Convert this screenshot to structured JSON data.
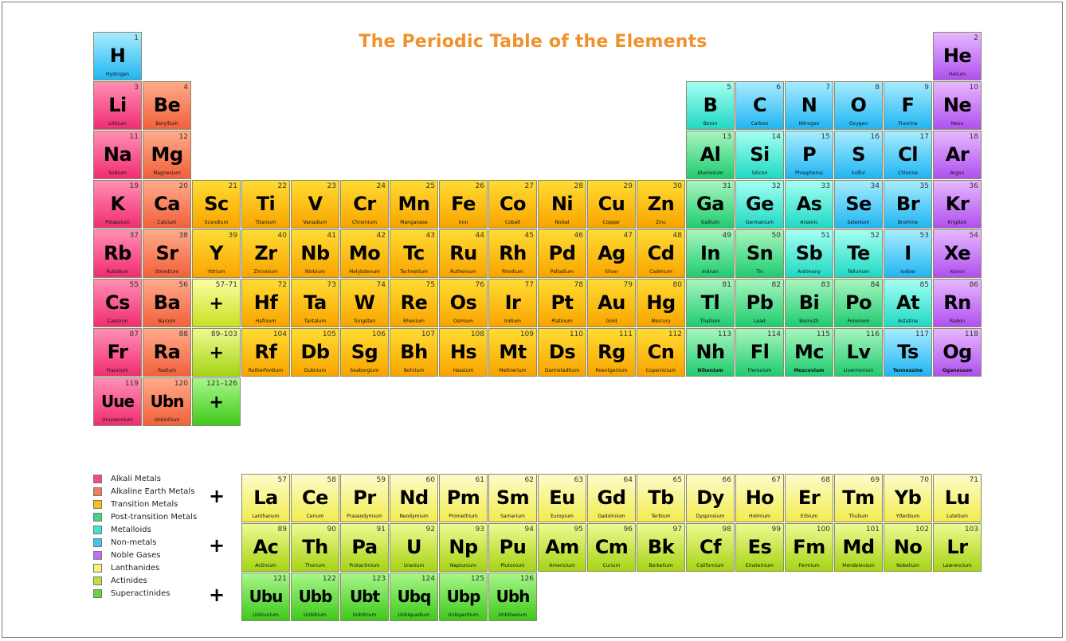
{
  "title": "The Periodic Table of the Elements",
  "category_colors": {
    "alkali": "#f54a86",
    "alkaline": "#f57a55",
    "transition": "#fbbd16",
    "posttrans": "#3fd686",
    "metalloid": "#3fe3cf",
    "nonmetal": "#3fc4f5",
    "noble": "#c16ff5",
    "lanth": "#f6f27a",
    "actin": "#bfe03a",
    "super": "#62d73b"
  },
  "legend": [
    {
      "label": "Alkali Metals",
      "category": "alkali"
    },
    {
      "label": "Alkaline Earth Metals",
      "category": "alkaline"
    },
    {
      "label": "Transition Metals",
      "category": "transition"
    },
    {
      "label": "Post-transition Metals",
      "category": "posttrans"
    },
    {
      "label": "Metalloids",
      "category": "metalloid"
    },
    {
      "label": "Non-metals",
      "category": "nonmetal"
    },
    {
      "label": "Noble Gases",
      "category": "noble"
    },
    {
      "label": "Lanthanides",
      "category": "lanth"
    },
    {
      "label": "Actinides",
      "category": "actin"
    },
    {
      "label": "Superactinides",
      "category": "super"
    }
  ],
  "plus_sign": "+",
  "main_elements": [
    {
      "n": "1",
      "s": "H",
      "name": "Hydrogen",
      "c": "nonmetal",
      "row": 1,
      "col": 1
    },
    {
      "n": "2",
      "s": "He",
      "name": "Helium",
      "c": "noble",
      "row": 1,
      "col": 18
    },
    {
      "n": "3",
      "s": "Li",
      "name": "Lithium",
      "c": "alkali",
      "row": 2,
      "col": 1
    },
    {
      "n": "4",
      "s": "Be",
      "name": "Beryllium",
      "c": "alkaline",
      "row": 2,
      "col": 2
    },
    {
      "n": "5",
      "s": "B",
      "name": "Boron",
      "c": "metalloid",
      "row": 2,
      "col": 13
    },
    {
      "n": "6",
      "s": "C",
      "name": "Carbon",
      "c": "nonmetal",
      "row": 2,
      "col": 14
    },
    {
      "n": "7",
      "s": "N",
      "name": "Nitrogen",
      "c": "nonmetal",
      "row": 2,
      "col": 15
    },
    {
      "n": "8",
      "s": "O",
      "name": "Oxygen",
      "c": "nonmetal",
      "row": 2,
      "col": 16
    },
    {
      "n": "9",
      "s": "F",
      "name": "Fluorine",
      "c": "nonmetal",
      "row": 2,
      "col": 17
    },
    {
      "n": "10",
      "s": "Ne",
      "name": "Neon",
      "c": "noble",
      "row": 2,
      "col": 18
    },
    {
      "n": "11",
      "s": "Na",
      "name": "Sodium",
      "c": "alkali",
      "row": 3,
      "col": 1
    },
    {
      "n": "12",
      "s": "Mg",
      "name": "Magnesium",
      "c": "alkaline",
      "row": 3,
      "col": 2
    },
    {
      "n": "13",
      "s": "Al",
      "name": "Aluminium",
      "c": "posttrans",
      "row": 3,
      "col": 13
    },
    {
      "n": "14",
      "s": "Si",
      "name": "Silicon",
      "c": "metalloid",
      "row": 3,
      "col": 14
    },
    {
      "n": "15",
      "s": "P",
      "name": "Phosphorus",
      "c": "nonmetal",
      "row": 3,
      "col": 15
    },
    {
      "n": "16",
      "s": "S",
      "name": "Sulfur",
      "c": "nonmetal",
      "row": 3,
      "col": 16
    },
    {
      "n": "17",
      "s": "Cl",
      "name": "Chlorine",
      "c": "nonmetal",
      "row": 3,
      "col": 17
    },
    {
      "n": "18",
      "s": "Ar",
      "name": "Argon",
      "c": "noble",
      "row": 3,
      "col": 18
    },
    {
      "n": "19",
      "s": "K",
      "name": "Potassium",
      "c": "alkali",
      "row": 4,
      "col": 1
    },
    {
      "n": "20",
      "s": "Ca",
      "name": "Calcium",
      "c": "alkaline",
      "row": 4,
      "col": 2
    },
    {
      "n": "21",
      "s": "Sc",
      "name": "Scandium",
      "c": "transition",
      "row": 4,
      "col": 3
    },
    {
      "n": "22",
      "s": "Ti",
      "name": "Titanium",
      "c": "transition",
      "row": 4,
      "col": 4
    },
    {
      "n": "23",
      "s": "V",
      "name": "Vanadium",
      "c": "transition",
      "row": 4,
      "col": 5
    },
    {
      "n": "24",
      "s": "Cr",
      "name": "Chromium",
      "c": "transition",
      "row": 4,
      "col": 6
    },
    {
      "n": "25",
      "s": "Mn",
      "name": "Manganese",
      "c": "transition",
      "row": 4,
      "col": 7
    },
    {
      "n": "26",
      "s": "Fe",
      "name": "Iron",
      "c": "transition",
      "row": 4,
      "col": 8
    },
    {
      "n": "27",
      "s": "Co",
      "name": "Cobalt",
      "c": "transition",
      "row": 4,
      "col": 9
    },
    {
      "n": "28",
      "s": "Ni",
      "name": "Nickel",
      "c": "transition",
      "row": 4,
      "col": 10
    },
    {
      "n": "29",
      "s": "Cu",
      "name": "Copper",
      "c": "transition",
      "row": 4,
      "col": 11
    },
    {
      "n": "30",
      "s": "Zn",
      "name": "Zinc",
      "c": "transition",
      "row": 4,
      "col": 12
    },
    {
      "n": "31",
      "s": "Ga",
      "name": "Gallium",
      "c": "posttrans",
      "row": 4,
      "col": 13
    },
    {
      "n": "32",
      "s": "Ge",
      "name": "Germanium",
      "c": "metalloid",
      "row": 4,
      "col": 14
    },
    {
      "n": "33",
      "s": "As",
      "name": "Arsenic",
      "c": "metalloid",
      "row": 4,
      "col": 15
    },
    {
      "n": "34",
      "s": "Se",
      "name": "Selenium",
      "c": "nonmetal",
      "row": 4,
      "col": 16
    },
    {
      "n": "35",
      "s": "Br",
      "name": "Bromine",
      "c": "nonmetal",
      "row": 4,
      "col": 17
    },
    {
      "n": "36",
      "s": "Kr",
      "name": "Krypton",
      "c": "noble",
      "row": 4,
      "col": 18
    },
    {
      "n": "37",
      "s": "Rb",
      "name": "Rubidium",
      "c": "alkali",
      "row": 5,
      "col": 1
    },
    {
      "n": "38",
      "s": "Sr",
      "name": "Strontium",
      "c": "alkaline",
      "row": 5,
      "col": 2
    },
    {
      "n": "39",
      "s": "Y",
      "name": "Yttrium",
      "c": "transition",
      "row": 5,
      "col": 3
    },
    {
      "n": "40",
      "s": "Zr",
      "name": "Zirconium",
      "c": "transition",
      "row": 5,
      "col": 4
    },
    {
      "n": "41",
      "s": "Nb",
      "name": "Niobium",
      "c": "transition",
      "row": 5,
      "col": 5
    },
    {
      "n": "42",
      "s": "Mo",
      "name": "Molybdenum",
      "c": "transition",
      "row": 5,
      "col": 6
    },
    {
      "n": "43",
      "s": "Tc",
      "name": "Technetium",
      "c": "transition",
      "row": 5,
      "col": 7
    },
    {
      "n": "44",
      "s": "Ru",
      "name": "Ruthenium",
      "c": "transition",
      "row": 5,
      "col": 8
    },
    {
      "n": "45",
      "s": "Rh",
      "name": "Rhodium",
      "c": "transition",
      "row": 5,
      "col": 9
    },
    {
      "n": "46",
      "s": "Pd",
      "name": "Palladium",
      "c": "transition",
      "row": 5,
      "col": 10
    },
    {
      "n": "47",
      "s": "Ag",
      "name": "Silver",
      "c": "transition",
      "row": 5,
      "col": 11
    },
    {
      "n": "48",
      "s": "Cd",
      "name": "Cadmium",
      "c": "transition",
      "row": 5,
      "col": 12
    },
    {
      "n": "49",
      "s": "In",
      "name": "Indium",
      "c": "posttrans",
      "row": 5,
      "col": 13
    },
    {
      "n": "50",
      "s": "Sn",
      "name": "Tin",
      "c": "posttrans",
      "row": 5,
      "col": 14
    },
    {
      "n": "51",
      "s": "Sb",
      "name": "Antimony",
      "c": "metalloid",
      "row": 5,
      "col": 15
    },
    {
      "n": "52",
      "s": "Te",
      "name": "Tellurium",
      "c": "metalloid",
      "row": 5,
      "col": 16
    },
    {
      "n": "53",
      "s": "I",
      "name": "Iodine",
      "c": "nonmetal",
      "row": 5,
      "col": 17
    },
    {
      "n": "54",
      "s": "Xe",
      "name": "Xenon",
      "c": "noble",
      "row": 5,
      "col": 18
    },
    {
      "n": "55",
      "s": "Cs",
      "name": "Caesium",
      "c": "alkali",
      "row": 6,
      "col": 1
    },
    {
      "n": "56",
      "s": "Ba",
      "name": "Barium",
      "c": "alkaline",
      "row": 6,
      "col": 2
    },
    {
      "n": "57–71",
      "s": "+",
      "name": "",
      "c": "lanth-ph",
      "row": 6,
      "col": 3
    },
    {
      "n": "72",
      "s": "Hf",
      "name": "Hafnium",
      "c": "transition",
      "row": 6,
      "col": 4
    },
    {
      "n": "73",
      "s": "Ta",
      "name": "Tantalum",
      "c": "transition",
      "row": 6,
      "col": 5
    },
    {
      "n": "74",
      "s": "W",
      "name": "Tungsten",
      "c": "transition",
      "row": 6,
      "col": 6
    },
    {
      "n": "75",
      "s": "Re",
      "name": "Rhenium",
      "c": "transition",
      "row": 6,
      "col": 7
    },
    {
      "n": "76",
      "s": "Os",
      "name": "Osmium",
      "c": "transition",
      "row": 6,
      "col": 8
    },
    {
      "n": "77",
      "s": "Ir",
      "name": "Iridium",
      "c": "transition",
      "row": 6,
      "col": 9
    },
    {
      "n": "78",
      "s": "Pt",
      "name": "Platinum",
      "c": "transition",
      "row": 6,
      "col": 10
    },
    {
      "n": "79",
      "s": "Au",
      "name": "Gold",
      "c": "transition",
      "row": 6,
      "col": 11
    },
    {
      "n": "80",
      "s": "Hg",
      "name": "Mercury",
      "c": "transition",
      "row": 6,
      "col": 12
    },
    {
      "n": "81",
      "s": "Tl",
      "name": "Thallium",
      "c": "posttrans",
      "row": 6,
      "col": 13
    },
    {
      "n": "82",
      "s": "Pb",
      "name": "Lead",
      "c": "posttrans",
      "row": 6,
      "col": 14
    },
    {
      "n": "83",
      "s": "Bi",
      "name": "Bismuth",
      "c": "posttrans",
      "row": 6,
      "col": 15
    },
    {
      "n": "84",
      "s": "Po",
      "name": "Polonium",
      "c": "posttrans",
      "row": 6,
      "col": 16
    },
    {
      "n": "85",
      "s": "At",
      "name": "Astatine",
      "c": "metalloid",
      "row": 6,
      "col": 17
    },
    {
      "n": "86",
      "s": "Rn",
      "name": "Radon",
      "c": "noble",
      "row": 6,
      "col": 18
    },
    {
      "n": "87",
      "s": "Fr",
      "name": "Francium",
      "c": "alkali",
      "row": 7,
      "col": 1
    },
    {
      "n": "88",
      "s": "Ra",
      "name": "Radium",
      "c": "alkaline",
      "row": 7,
      "col": 2
    },
    {
      "n": "89–103",
      "s": "+",
      "name": "",
      "c": "actin",
      "row": 7,
      "col": 3
    },
    {
      "n": "104",
      "s": "Rf",
      "name": "Rutherfordium",
      "c": "transition",
      "row": 7,
      "col": 4
    },
    {
      "n": "105",
      "s": "Db",
      "name": "Dubnium",
      "c": "transition",
      "row": 7,
      "col": 5
    },
    {
      "n": "106",
      "s": "Sg",
      "name": "Seaborgium",
      "c": "transition",
      "row": 7,
      "col": 6
    },
    {
      "n": "107",
      "s": "Bh",
      "name": "Bohrium",
      "c": "transition",
      "row": 7,
      "col": 7
    },
    {
      "n": "108",
      "s": "Hs",
      "name": "Hassium",
      "c": "transition",
      "row": 7,
      "col": 8
    },
    {
      "n": "109",
      "s": "Mt",
      "name": "Meitnerium",
      "c": "transition",
      "row": 7,
      "col": 9
    },
    {
      "n": "110",
      "s": "Ds",
      "name": "Darmstadtium",
      "c": "transition",
      "row": 7,
      "col": 10
    },
    {
      "n": "111",
      "s": "Rg",
      "name": "Roentgenium",
      "c": "transition",
      "row": 7,
      "col": 11
    },
    {
      "n": "112",
      "s": "Cn",
      "name": "Copernicium",
      "c": "transition",
      "row": 7,
      "col": 12
    },
    {
      "n": "113",
      "s": "Nh",
      "name": "Nihonium",
      "c": "posttrans",
      "row": 7,
      "col": 13,
      "b": true
    },
    {
      "n": "114",
      "s": "Fl",
      "name": "Flerovium",
      "c": "posttrans",
      "row": 7,
      "col": 14
    },
    {
      "n": "115",
      "s": "Mc",
      "name": "Moscovium",
      "c": "posttrans",
      "row": 7,
      "col": 15,
      "b": true
    },
    {
      "n": "116",
      "s": "Lv",
      "name": "Livermorium",
      "c": "posttrans",
      "row": 7,
      "col": 16
    },
    {
      "n": "117",
      "s": "Ts",
      "name": "Tennessine",
      "c": "nonmetal",
      "row": 7,
      "col": 17,
      "b": true
    },
    {
      "n": "118",
      "s": "Og",
      "name": "Oganesson",
      "c": "noble",
      "row": 7,
      "col": 18,
      "b": true
    },
    {
      "n": "119",
      "s": "Uue",
      "name": "Ununennium",
      "c": "alkali",
      "row": 8,
      "col": 1
    },
    {
      "n": "120",
      "s": "Ubn",
      "name": "Unbinilium",
      "c": "alkaline",
      "row": 8,
      "col": 2
    },
    {
      "n": "121–126",
      "s": "+",
      "name": "",
      "c": "super",
      "row": 8,
      "col": 3
    }
  ],
  "series_rows": [
    {
      "row": 1,
      "elements": [
        {
          "n": "57",
          "s": "La",
          "name": "Lanthanum",
          "c": "lanth"
        },
        {
          "n": "58",
          "s": "Ce",
          "name": "Cerium",
          "c": "lanth"
        },
        {
          "n": "59",
          "s": "Pr",
          "name": "Praseodymium",
          "c": "lanth"
        },
        {
          "n": "60",
          "s": "Nd",
          "name": "Neodymium",
          "c": "lanth"
        },
        {
          "n": "61",
          "s": "Pm",
          "name": "Promethium",
          "c": "lanth"
        },
        {
          "n": "62",
          "s": "Sm",
          "name": "Samarium",
          "c": "lanth"
        },
        {
          "n": "63",
          "s": "Eu",
          "name": "Europium",
          "c": "lanth"
        },
        {
          "n": "64",
          "s": "Gd",
          "name": "Gadolinium",
          "c": "lanth"
        },
        {
          "n": "65",
          "s": "Tb",
          "name": "Terbium",
          "c": "lanth"
        },
        {
          "n": "66",
          "s": "Dy",
          "name": "Dysprosium",
          "c": "lanth"
        },
        {
          "n": "67",
          "s": "Ho",
          "name": "Holmium",
          "c": "lanth"
        },
        {
          "n": "68",
          "s": "Er",
          "name": "Erbium",
          "c": "lanth"
        },
        {
          "n": "69",
          "s": "Tm",
          "name": "Thulium",
          "c": "lanth"
        },
        {
          "n": "70",
          "s": "Yb",
          "name": "Ytterbium",
          "c": "lanth"
        },
        {
          "n": "71",
          "s": "Lu",
          "name": "Lutetium",
          "c": "lanth"
        }
      ]
    },
    {
      "row": 2,
      "elements": [
        {
          "n": "89",
          "s": "Ac",
          "name": "Actinium",
          "c": "actin"
        },
        {
          "n": "90",
          "s": "Th",
          "name": "Thorium",
          "c": "actin"
        },
        {
          "n": "91",
          "s": "Pa",
          "name": "Protactinium",
          "c": "actin"
        },
        {
          "n": "92",
          "s": "U",
          "name": "Uranium",
          "c": "actin"
        },
        {
          "n": "93",
          "s": "Np",
          "name": "Neptunium",
          "c": "actin"
        },
        {
          "n": "94",
          "s": "Pu",
          "name": "Plutonium",
          "c": "actin"
        },
        {
          "n": "95",
          "s": "Am",
          "name": "Americium",
          "c": "actin"
        },
        {
          "n": "96",
          "s": "Cm",
          "name": "Curium",
          "c": "actin"
        },
        {
          "n": "97",
          "s": "Bk",
          "name": "Berkelium",
          "c": "actin"
        },
        {
          "n": "98",
          "s": "Cf",
          "name": "Californium",
          "c": "actin"
        },
        {
          "n": "99",
          "s": "Es",
          "name": "Einsteinium",
          "c": "actin"
        },
        {
          "n": "100",
          "s": "Fm",
          "name": "Fermium",
          "c": "actin"
        },
        {
          "n": "101",
          "s": "Md",
          "name": "Mendelevium",
          "c": "actin"
        },
        {
          "n": "102",
          "s": "No",
          "name": "Nobelium",
          "c": "actin"
        },
        {
          "n": "103",
          "s": "Lr",
          "name": "Lawrencium",
          "c": "actin"
        }
      ]
    },
    {
      "row": 3,
      "elements": [
        {
          "n": "121",
          "s": "Ubu",
          "name": "Unbiunium",
          "c": "super"
        },
        {
          "n": "122",
          "s": "Ubb",
          "name": "Unbibium",
          "c": "super"
        },
        {
          "n": "123",
          "s": "Ubt",
          "name": "Unbitrium",
          "c": "super"
        },
        {
          "n": "124",
          "s": "Ubq",
          "name": "Unbiquadium",
          "c": "super"
        },
        {
          "n": "125",
          "s": "Ubp",
          "name": "Unbipentium",
          "c": "super"
        },
        {
          "n": "126",
          "s": "Ubh",
          "name": "Unbihexium",
          "c": "super"
        }
      ]
    }
  ]
}
